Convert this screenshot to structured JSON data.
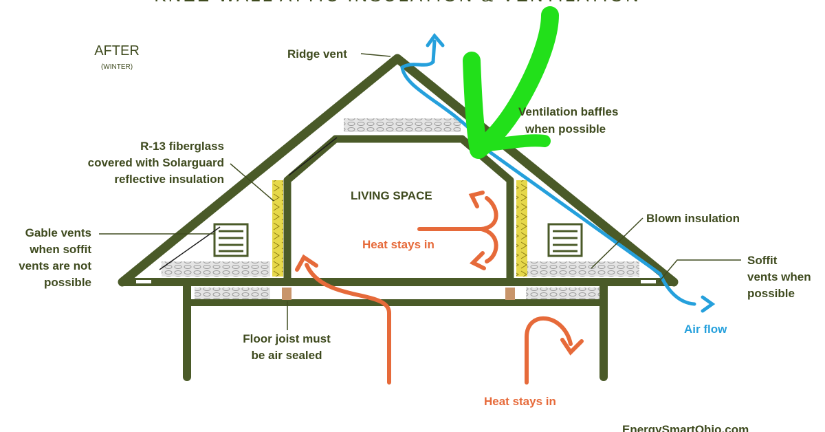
{
  "header": {
    "title": "KNEE WALL ATTIC INSULATION & VENTILATION",
    "state": "AFTER",
    "season": "(WINTER)"
  },
  "labels": {
    "ridge_vent": "Ridge vent",
    "ventilation_baffles_1": "Ventilation baffles",
    "ventilation_baffles_2": "when possible",
    "fiberglass_1": "R-13 fiberglass",
    "fiberglass_2": "covered with Solarguard",
    "fiberglass_3": "reflective insulation",
    "living_space": "LIVING SPACE",
    "heat_stays_in_upper": "Heat stays in",
    "heat_stays_in_lower": "Heat stays in",
    "blown_insulation": "Blown insulation",
    "gable_1": "Gable vents",
    "gable_2": "when soffit",
    "gable_3": "vents are not",
    "gable_4": "possible",
    "soffit_1": "Soffit",
    "soffit_2": "vents when",
    "soffit_3": "possible",
    "air_flow": "Air flow",
    "floor_joist_1": "Floor joist must",
    "floor_joist_2": "be air sealed",
    "credit": "EnergySmartOhio.com"
  },
  "colors": {
    "structure": "#4a5a28",
    "insulation_fill": "#d9d9d9",
    "fiberglass": "#e6d84a",
    "heat_arrow": "#e66a3a",
    "air_arrow": "#25a0dc",
    "checkmark": "#22e01a",
    "joist": "#c8956a"
  },
  "icons": {
    "checkmark": "checkmark-icon"
  }
}
